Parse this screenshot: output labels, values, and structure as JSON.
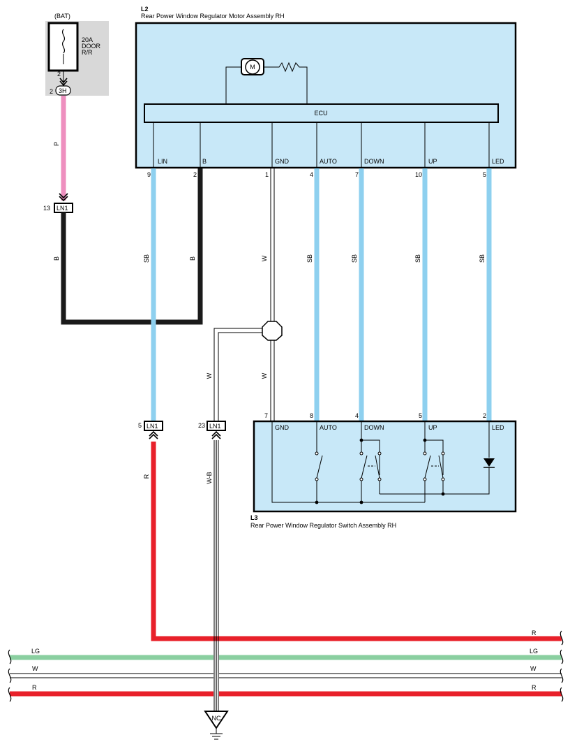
{
  "power": {
    "source": "(BAT)",
    "fuse": {
      "rating": "20A",
      "line1": "DOOR",
      "line2": "R/R"
    },
    "fuse_pin": "2",
    "connector_pin": "2",
    "connector": "3H"
  },
  "l2": {
    "code": "L2",
    "title": "Rear Power Window Regulator Motor Assembly RH",
    "motor_symbol": "M",
    "ecu_label": "ECU",
    "terminals": [
      {
        "name": "LIN",
        "pin": "9"
      },
      {
        "name": "B",
        "pin": "2"
      },
      {
        "name": "GND",
        "pin": "1"
      },
      {
        "name": "AUTO",
        "pin": "4"
      },
      {
        "name": "DOWN",
        "pin": "7"
      },
      {
        "name": "UP",
        "pin": "10"
      },
      {
        "name": "LED",
        "pin": "5"
      }
    ]
  },
  "l3": {
    "code": "L3",
    "title": "Rear Power Window Regulator Switch Assembly RH",
    "terminals": [
      {
        "name": "GND",
        "pin": "7"
      },
      {
        "name": "AUTO",
        "pin": "8"
      },
      {
        "name": "DOWN",
        "pin": "4"
      },
      {
        "name": "UP",
        "pin": "5"
      },
      {
        "name": "LED",
        "pin": "2"
      }
    ]
  },
  "connectors": {
    "ln1_power": {
      "pin": "13",
      "name": "LN1"
    },
    "ln1_lin": {
      "pin": "5",
      "name": "LN1"
    },
    "ln1_ground": {
      "pin": "23",
      "name": "LN1"
    }
  },
  "wire_colors": {
    "power_in": "P",
    "power_out": "B",
    "b_return": "B",
    "lin": "SB",
    "gnd_upper": "W",
    "gnd_lower": "W",
    "gnd_splice": "W",
    "auto": "SB",
    "down": "SB",
    "up": "SB",
    "led": "SB",
    "lin_out": "R",
    "ground_out": "W-B"
  },
  "bus_lines": [
    {
      "left": "",
      "right": "R"
    },
    {
      "left": "LG",
      "right": "LG"
    },
    {
      "left": "W",
      "right": "W"
    },
    {
      "left": "R",
      "right": "R"
    }
  ],
  "ground_point": "NC",
  "colors": {
    "box_fill": "#c8e8f8",
    "fuse_bg": "#d8d8d8",
    "pink": "#ee8fbf",
    "sky_blue": "#8ed0ef",
    "red": "#e8202a",
    "light_green": "#8acfa0",
    "black": "#1a1a1a"
  }
}
